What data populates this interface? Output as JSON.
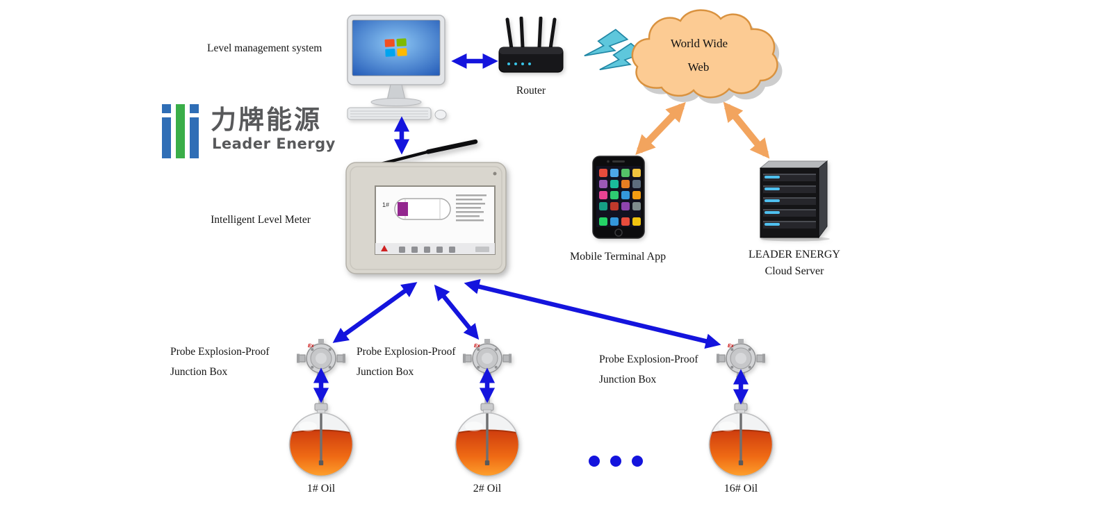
{
  "labels": {
    "system": "Level management system",
    "router": "Router",
    "cloud_line1": "World Wide",
    "cloud_line2": "Web",
    "meter": "Intelligent Level Meter",
    "phone": "Mobile Terminal App",
    "server_line1": "LEADER ENERGY",
    "server_line2": "Cloud Server"
  },
  "logo": {
    "chinese": "力牌能源",
    "english": "Leader Energy"
  },
  "meter_screen": {
    "tank_tag": "1#"
  },
  "junction_boxes": [
    {
      "label_line1": "Probe Explosion-Proof",
      "label_line2": "Junction Box",
      "marking": "Ex"
    },
    {
      "label_line1": "Probe Explosion-Proof",
      "label_line2": "Junction Box",
      "marking": "Ex"
    },
    {
      "label_line1": "Probe Explosion-Proof",
      "label_line2": "Junction Box",
      "marking": "Ex"
    }
  ],
  "tanks": [
    {
      "label": "1# Oil"
    },
    {
      "label": "2# Oil"
    },
    {
      "label": "16# Oil"
    }
  ],
  "colors": {
    "arrow_blue": "#1414dd",
    "arrow_orange": "#f2a45e",
    "cloud_fill": "#fccb93",
    "cloud_stroke": "#d9923f",
    "logo_blue": "#2f6eb6",
    "logo_green": "#3aae49",
    "logo_text": "#58595b",
    "liquid_dark": "#cf3d0e",
    "liquid_bright": "#ffa42e",
    "screen_blue": "#1e55b4"
  }
}
